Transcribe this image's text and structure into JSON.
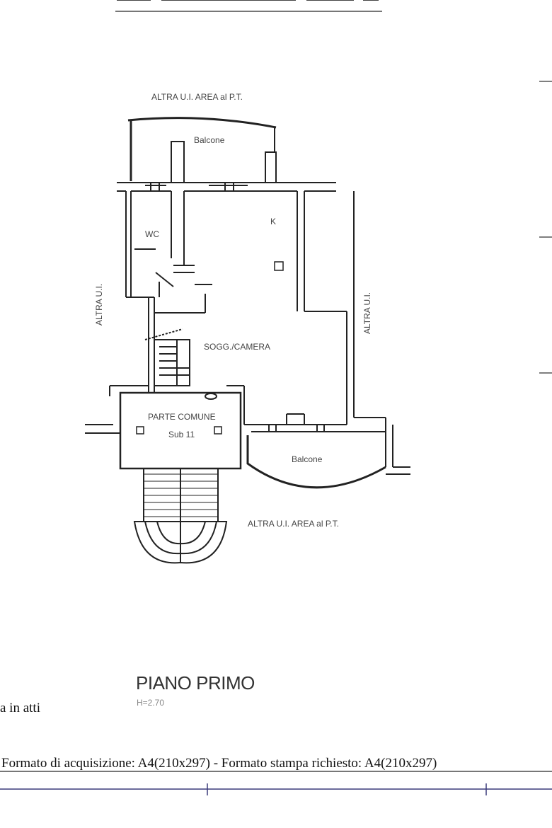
{
  "plan": {
    "labels": {
      "top_area": "ALTRA U.I. AREA al P.T.",
      "bottom_area": "ALTRA U.I. AREA al P.T.",
      "balcony_top": "Balcone",
      "balcony_bottom": "Balcone",
      "wc": "WC",
      "kitchen": "K",
      "living": "SOGG./CAMERA",
      "left_neighbor": "ALTRA U.I.",
      "right_neighbor": "ALTRA U.I.",
      "common_area": "PARTE COMUNE",
      "sub": "Sub 11"
    },
    "title": "PIANO PRIMO",
    "height": "H=2.70"
  },
  "footer": {
    "left_fragment": "a in atti",
    "format_text": "Formato di acquisizione: A4(210x297)  - Formato stampa richiesto: A4(210x297)"
  },
  "colors": {
    "wall": "#222222",
    "rule": "#3a3a7a"
  }
}
